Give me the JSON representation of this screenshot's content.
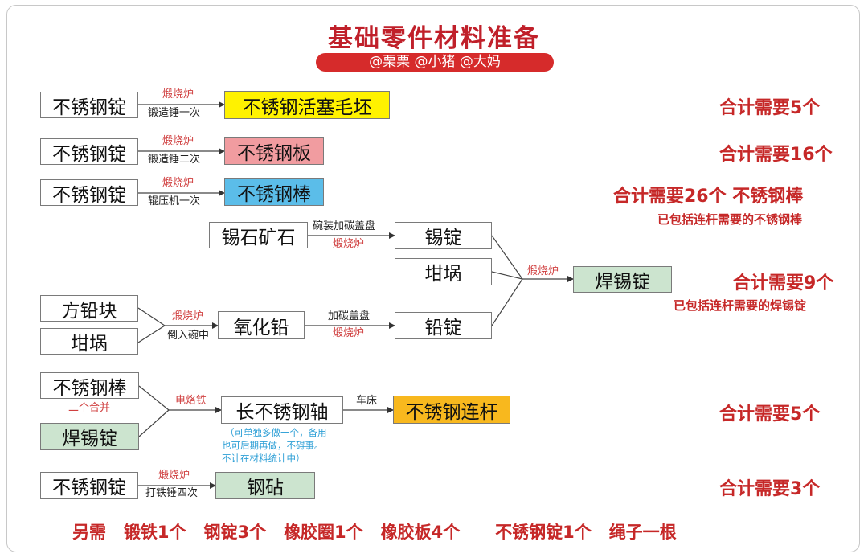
{
  "title": "基础零件材料准备",
  "credit": "@栗栗  @小猪  @大妈",
  "rows": {
    "piston": {
      "input": "不锈钢锭",
      "process_top": "煅烧炉",
      "process_bottom": "锻造锤一次",
      "output": "不锈钢活塞毛坯",
      "total": "合计需要5个"
    },
    "plate": {
      "input": "不锈钢锭",
      "process_top": "煅烧炉",
      "process_bottom": "锻造锤二次",
      "output": "不锈钢板",
      "total": "合计需要16个"
    },
    "rod": {
      "input": "不锈钢锭",
      "process_top": "煅烧炉",
      "process_bottom": "辊压机一次",
      "output": "不锈钢棒",
      "total": "合计需要26个   不锈钢棒",
      "note": "已包括连杆需要的不锈钢棒"
    },
    "solder": {
      "tin_ore": "锡石矿石",
      "tin_step_top": "碗装加碳盖盘",
      "tin_step_bottom": "煅烧炉",
      "tin_ingot": "锡锭",
      "crucible_a": "坩埚",
      "lead_block": "方铅块",
      "crucible_b": "坩埚",
      "lead_step_top": "煅烧炉",
      "lead_step_bottom": "倒入碗中",
      "lead_oxide": "氧化铅",
      "oxide_step_top": "加碳盖盘",
      "oxide_step_bottom": "煅烧炉",
      "lead_ingot": "铅锭",
      "final_step": "煅烧炉",
      "output": "焊锡锭",
      "total": "合计需要9个",
      "note": "已包括连杆需要的焊锡锭"
    },
    "connecting_rod": {
      "input_a": "不锈钢棒",
      "combine_label": "二个合并",
      "input_b": "焊锡锭",
      "process": "电烙铁",
      "shaft": "长不锈钢轴",
      "shaft_note": [
        "（可单独多做一个，备用",
        "也可后期再做，不碍事。",
        "不计在材料统计中）"
      ],
      "lathe": "车床",
      "output": "不锈钢连杆",
      "total": "合计需要5个"
    },
    "anvil": {
      "input": "不锈钢锭",
      "process_top": "煅烧炉",
      "process_bottom": "打铁锤四次",
      "output": "钢砧",
      "total": "合计需要3个"
    }
  },
  "footer": [
    "另需",
    "锻铁1个",
    "钢锭3个",
    "橡胶圈1个",
    "橡胶板4个",
    "不锈钢锭1个",
    "绳子一根"
  ],
  "colors": {
    "title": "#c0202a",
    "total": "#c62828",
    "label": "#d04040",
    "note": "#2d9fd6",
    "yellow": "#fff200",
    "pink": "#f19ca0",
    "blue": "#5bbde9",
    "green": "#cce4cf",
    "orange": "#f8b81e"
  }
}
